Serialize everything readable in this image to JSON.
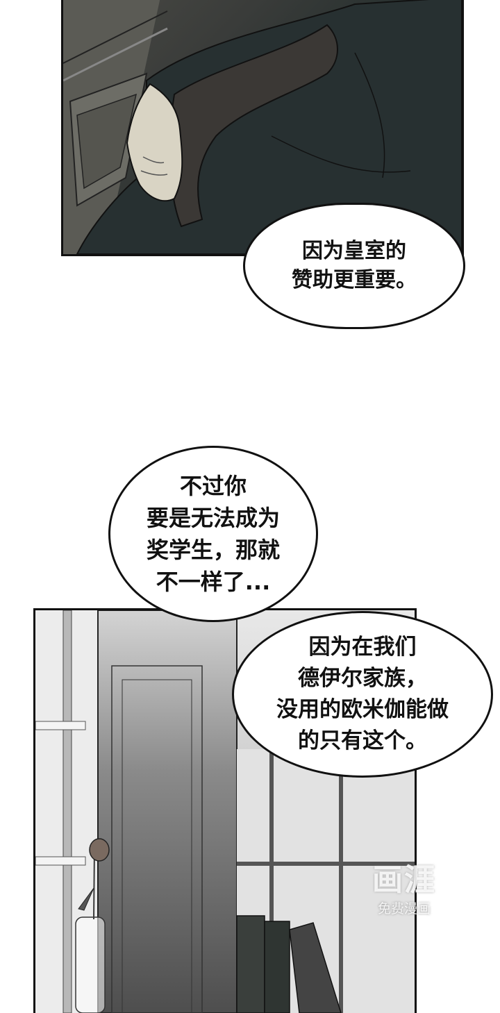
{
  "comic": {
    "panels": [
      {
        "id": "panel-1",
        "description": "Dark close-up of a clenched hand emerging from a dark sleeve, against carved wooden furniture",
        "palette": {
          "sleeve": "#27302f",
          "wood": "#4a4a45",
          "skin": "#d9d4c4"
        }
      },
      {
        "id": "panel-2",
        "description": "Grayscale room corner with a tall wardrobe, windows, a wilted rose in a glass bottle and stacked books",
        "palette": {
          "window": "#e8e8e8",
          "wardrobe": "#5a5a5a"
        }
      }
    ],
    "bubbles": [
      {
        "id": "bubble-1",
        "lines": [
          "因为皇室的",
          "赞助更重要。"
        ]
      },
      {
        "id": "bubble-2",
        "lines": [
          "不过你",
          "要是无法成为",
          "奖学生，那就",
          "不一样了..."
        ]
      },
      {
        "id": "bubble-3",
        "lines": [
          "因为在我们",
          "德伊尔家族，",
          "没用的欧米伽能做",
          "的只有这个。"
        ]
      }
    ],
    "watermark": {
      "logo": "画涯",
      "subtitle": "免费漫画"
    }
  }
}
